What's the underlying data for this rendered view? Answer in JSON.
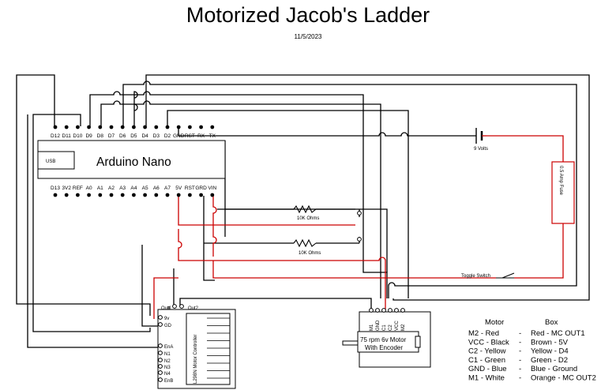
{
  "title": "Motorized Jacob's Ladder",
  "date": "11/5/2023",
  "arduino": {
    "name": "Arduino Nano",
    "usb_label": "USB",
    "top_pins": [
      "D12",
      "D11",
      "D10",
      "D9",
      "D8",
      "D7",
      "D6",
      "D5",
      "D4",
      "D3",
      "D2",
      "GND",
      "RST",
      "RX",
      "TX"
    ],
    "bottom_pins": [
      "D13",
      "3V2",
      "REF",
      "A0",
      "A1",
      "A2",
      "A3",
      "A4",
      "A5",
      "A6",
      "A7",
      "5V",
      "RST",
      "GRD",
      "VIN"
    ]
  },
  "battery_label": "9 Volts",
  "fuse_label": "0.5 Amp Fuse",
  "resistors": [
    "10K Ohms",
    "10K Ohms"
  ],
  "toggle_label": "Toggle Switch",
  "controller": {
    "name": "L298N Motor Controller",
    "out_labels": [
      "Out1",
      "Out2"
    ],
    "left_pins": [
      "9v",
      "GD",
      "EnA",
      "N1",
      "N2",
      "N3",
      "N4",
      "EnB"
    ]
  },
  "motor": {
    "label_line1": "75 rpm 6v Motor",
    "label_line2": "With Encoder",
    "pins": [
      "M1",
      "GND",
      "C1",
      "C2",
      "VCC",
      "M2"
    ]
  },
  "legend": {
    "headers": [
      "Motor",
      "Box"
    ],
    "rows": [
      [
        "M2 - Red",
        "-",
        "Red - MC OUT1"
      ],
      [
        "VCC - Black",
        "-",
        "Brown - 5V"
      ],
      [
        "C2 - Yellow",
        "-",
        "Yellow - D4"
      ],
      [
        "C1 - Green",
        "-",
        "Green - D2"
      ],
      [
        "GND - Blue",
        "-",
        "Blue - Ground"
      ],
      [
        "M1 - White",
        "-",
        "Orange - MC OUT2"
      ]
    ]
  }
}
